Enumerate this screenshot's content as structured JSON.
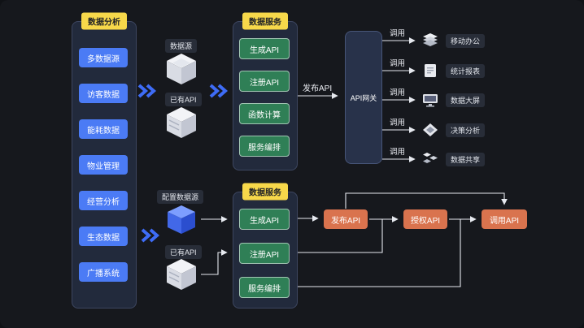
{
  "analysis_panel": {
    "header": "数据分析",
    "items": [
      "多数据源",
      "访客数据",
      "能耗数据",
      "物业管理",
      "经营分析",
      "生态数据",
      "广播系统"
    ]
  },
  "top_flow": {
    "datasource_badge": "数据源",
    "existing_api_badge": "已有API",
    "service_panel": {
      "header": "数据服务",
      "items": [
        "生成API",
        "注册API",
        "函数计算",
        "服务编排"
      ]
    },
    "publish_arrow_label": "发布API",
    "gateway_label": "API网关",
    "call_label": "调用",
    "consumers": [
      "移动办公",
      "统计报表",
      "数据大屏",
      "决策分析",
      "数据共享"
    ]
  },
  "bottom_flow": {
    "config_badge": "配置数据源",
    "existing_api_badge": "已有API",
    "service_panel": {
      "header": "数据服务",
      "items": [
        "生成API",
        "注册API",
        "服务编排"
      ]
    },
    "steps": [
      "发布API",
      "授权API",
      "调用API"
    ]
  },
  "colors": {
    "background": "#16181d",
    "panel": "#222a3c",
    "tag_yellow": "#f7d84a",
    "accent_blue": "#4b7bf5",
    "accent_green": "#2f7f56",
    "accent_orange": "#d9734e",
    "line": "#e6e9ef"
  }
}
